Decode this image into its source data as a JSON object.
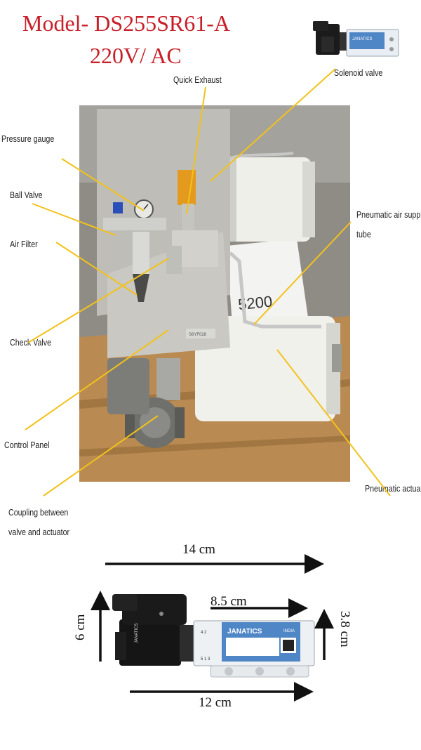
{
  "title": {
    "line1": "Model- DS255SR61-A",
    "line2": "220V/ AC"
  },
  "callouts": {
    "quick_exhaust": "Quick Exhaust",
    "solenoid_valve": "Solenoid valve",
    "pressure_gauge": "Pressure gauge",
    "ball_valve": "Ball Valve",
    "air_filter": "Air Filter",
    "check_valve": "Check Valve",
    "control_panel": "Control Panel",
    "coupling_line1": "Coupling between",
    "coupling_line2": "valve and actuator",
    "pneumatic_air_supply_line1": "Pneumatic air supp",
    "pneumatic_air_supply_line2": "tube",
    "pneumatic_actuator": "Pneumatic actua"
  },
  "photo_labels": {
    "label_tag": "5200",
    "nameplate": "S6YF028"
  },
  "solenoid_thumb": {
    "brand": "JANATICS"
  },
  "dimensions": {
    "overall_length": "14 cm",
    "valve_body_length": "8.5 cm",
    "base_length": "12 cm",
    "overall_height": "6 cm",
    "body_height": "3.8 cm"
  },
  "solenoid_detail": {
    "brand": "JANATICS",
    "coil_brand": "JANATICS",
    "country": "INDIA",
    "ports": "4 2",
    "ports_bottom": "5 1 3"
  },
  "colors": {
    "title_red": "#c8202a",
    "leader_yellow": "#f2c21b",
    "arrow_black": "#111111",
    "valve_blue": "#4f86c6"
  }
}
